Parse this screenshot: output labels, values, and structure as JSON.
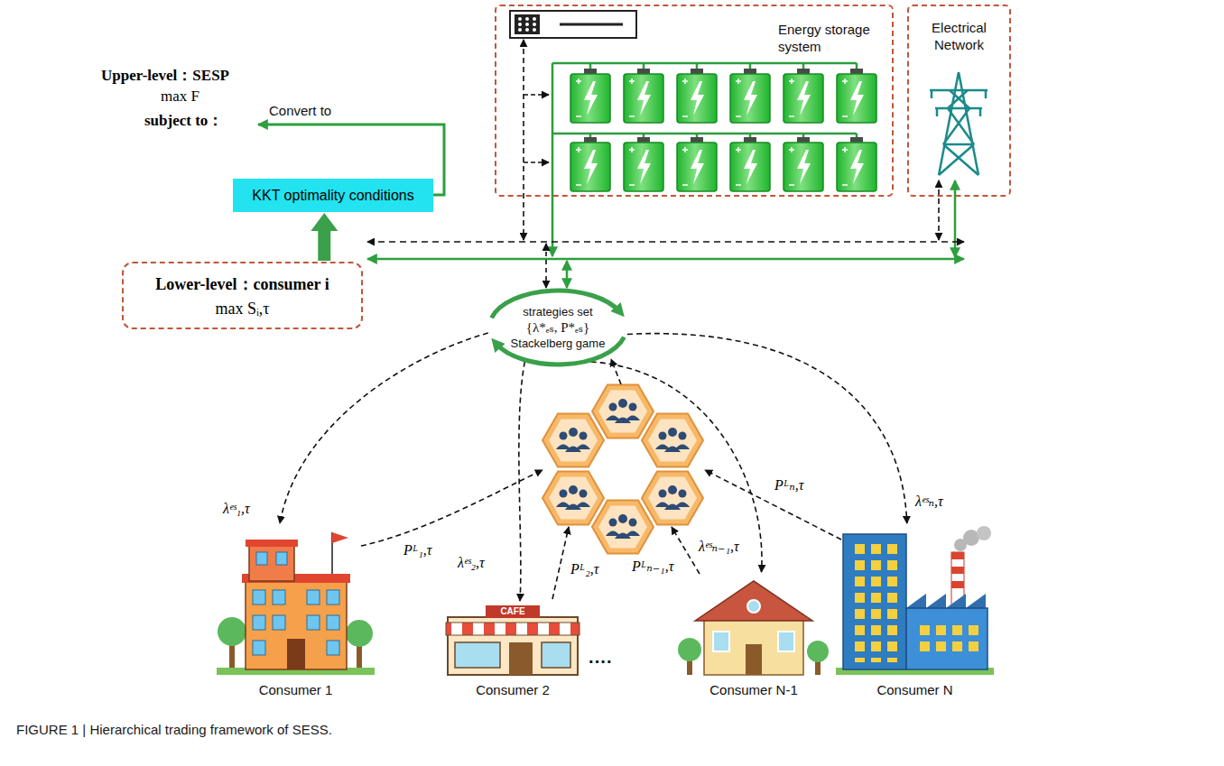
{
  "diagram": {
    "caption": "FIGURE 1 | Hierarchical trading framework of SESS.",
    "nodes": [
      {
        "text": [
          "Energy storage system"
        ]
      },
      {
        "text": [
          "Electrical Network"
        ]
      },
      {
        "text": [
          "KKT optimality conditions"
        ]
      },
      {
        "text": [
          "Lower-level：consumer i",
          "max Sᵢ,τ"
        ]
      },
      {
        "text": [
          "strategies set",
          "{λ*ₑₛ, P*ₑₛ}",
          "Stackelberg game"
        ]
      },
      {
        "text": [
          "Consumer 1"
        ]
      },
      {
        "text": [
          "Consumer 2"
        ]
      },
      {
        "text": [
          "Consumer N-1"
        ]
      },
      {
        "text": [
          "Consumer N"
        ]
      }
    ],
    "edges": [
      {
        "from": 3,
        "to": 2,
        "arrow": "to"
      },
      {
        "from": 4,
        "to": 5,
        "arrow": "to",
        "label": "λᵉˢ₁,τ"
      },
      {
        "from": 4,
        "to": 6,
        "arrow": "to",
        "label": "λᵉˢ₂,τ"
      },
      {
        "from": 4,
        "to": 7,
        "arrow": "to",
        "label": "λᵉˢₙ₋₁,τ"
      },
      {
        "from": 4,
        "to": 8,
        "arrow": "to",
        "label": "λᵉˢₙ,τ"
      }
    ],
    "labels": [
      "Upper-level：SESP",
      "max F",
      "subject to：",
      "Convert to",
      "Pᴸ₁,τ",
      "Pᴸ₂,τ",
      "Pᴸₙ₋₁,τ",
      "Pᴸₙ,τ",
      "····",
      "CAFE"
    ]
  }
}
